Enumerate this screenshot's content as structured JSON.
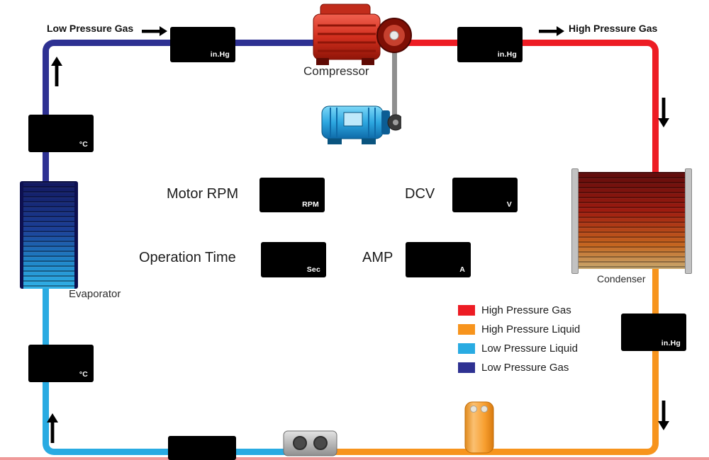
{
  "flow_labels": {
    "low_pressure_gas": "Low Pressure Gas",
    "high_pressure_gas": "High Pressure Gas"
  },
  "components": {
    "compressor_label": "Compressor",
    "evaporator_label": "Evaporator",
    "condenser_label": "Condenser"
  },
  "gauges": {
    "suction_pressure": {
      "unit": "in.Hg"
    },
    "discharge_pressure": {
      "unit": "in.Hg"
    },
    "evaporator_outlet_temp": {
      "unit": "°C"
    },
    "evaporator_inlet_temp": {
      "unit": "°C"
    },
    "liquid_line_pressure": {
      "unit": "in.Hg"
    },
    "bottom_line_gauge": {
      "unit": ""
    }
  },
  "displays": {
    "motor_rpm": {
      "label": "Motor RPM",
      "unit": "RPM"
    },
    "dcv": {
      "label": "DCV",
      "unit": "V"
    },
    "operation_time": {
      "label": "Operation Time",
      "unit": "Sec"
    },
    "amp": {
      "label": "AMP",
      "unit": "A"
    }
  },
  "legend": {
    "items": [
      {
        "label": "High Pressure Gas",
        "color": "#ed1c24"
      },
      {
        "label": "High Pressure Liquid",
        "color": "#f7941d"
      },
      {
        "label": "Low Pressure Liquid",
        "color": "#29abe2"
      },
      {
        "label": "Low Pressure Gas",
        "color": "#2e3192"
      }
    ]
  }
}
